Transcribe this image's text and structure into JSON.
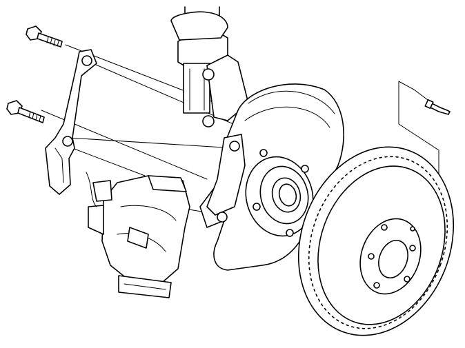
{
  "figure": {
    "kind": "exploded-view line drawing",
    "colors": {
      "line": "#000000",
      "background": "#ffffff",
      "shade": "#d9d9d9"
    },
    "parts": [
      {
        "name": "strut"
      },
      {
        "name": "steering-knuckle"
      },
      {
        "name": "wheel-hub"
      },
      {
        "name": "brake-disc"
      },
      {
        "name": "brake-caliper"
      },
      {
        "name": "caliper-bracket"
      },
      {
        "name": "bracket-bolt-upper"
      },
      {
        "name": "bracket-bolt-lower"
      },
      {
        "name": "brake-pad"
      },
      {
        "name": "disc-retaining-screw"
      }
    ]
  }
}
